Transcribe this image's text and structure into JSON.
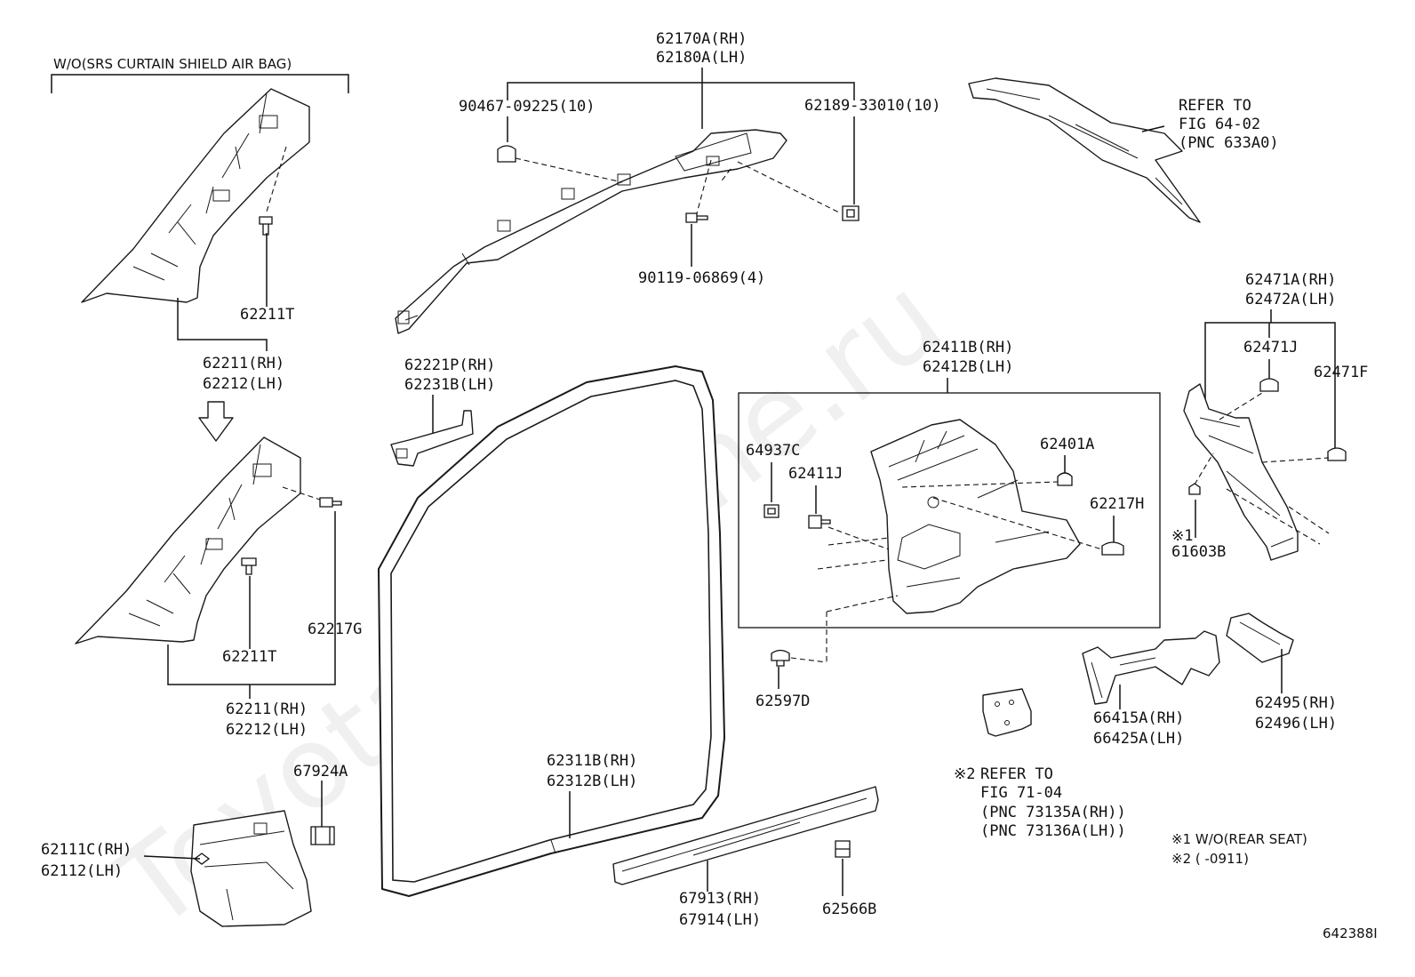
{
  "watermark": "ToyotaCarMine.ru",
  "figure_code": "642388I",
  "variant_label": "W/O(SRS CURTAIN SHIELD AIR BAG)",
  "callouts": {
    "c62211T_a": "62211T",
    "c62211_a_rh": "62211(RH)",
    "c62212_a_lh": "62212(LH)",
    "c62211T_b": "62211T",
    "c62217G": "62217G",
    "c62211_b_rh": "62211(RH)",
    "c62212_b_lh": "62212(LH)",
    "c62111C_rh": "62111C(RH)",
    "c62112_lh": "62112(LH)",
    "c67924A": "67924A",
    "c62170A_rh": "62170A(RH)",
    "c62180A_lh": "62180A(LH)",
    "c90467": "90467-09225(10)",
    "c62189": "62189-33010(10)",
    "c90119": "90119-06869(4)",
    "c62221P_rh": "62221P(RH)",
    "c62231B_lh": "62231B(LH)",
    "c62311B_rh": "62311B(RH)",
    "c62312B_lh": "62312B(LH)",
    "c67913_rh": "67913(RH)",
    "c67914_lh": "67914(LH)",
    "c62566B": "62566B",
    "c62411B_rh": "62411B(RH)",
    "c62412B_lh": "62412B(LH)",
    "c64937C": "64937C",
    "c62411J": "62411J",
    "c62401A": "62401A",
    "c62217H": "62217H",
    "c62597D": "62597D",
    "c62471A_rh": "62471A(RH)",
    "c62472A_lh": "62472A(LH)",
    "c62471J": "62471J",
    "c62471F": "62471F",
    "c61603B_mark": "※1",
    "c61603B": "61603B",
    "c66415A_rh": "66415A(RH)",
    "c66425A_lh": "66425A(LH)",
    "c62495_rh": "62495(RH)",
    "c62496_lh": "62496(LH)"
  },
  "references": {
    "upper_refer": "REFER TO",
    "upper_fig": "FIG 64-02",
    "upper_pnc": "(PNC 633A0)",
    "lower_mark": "※2",
    "lower_refer": "REFER TO",
    "lower_fig": "FIG 71-04",
    "lower_pnc1": "(PNC 73135A(RH))",
    "lower_pnc2": "(PNC 73136A(LH))"
  },
  "notes": [
    "※1 W/O(REAR SEAT)",
    "※2 (        -0911)"
  ]
}
